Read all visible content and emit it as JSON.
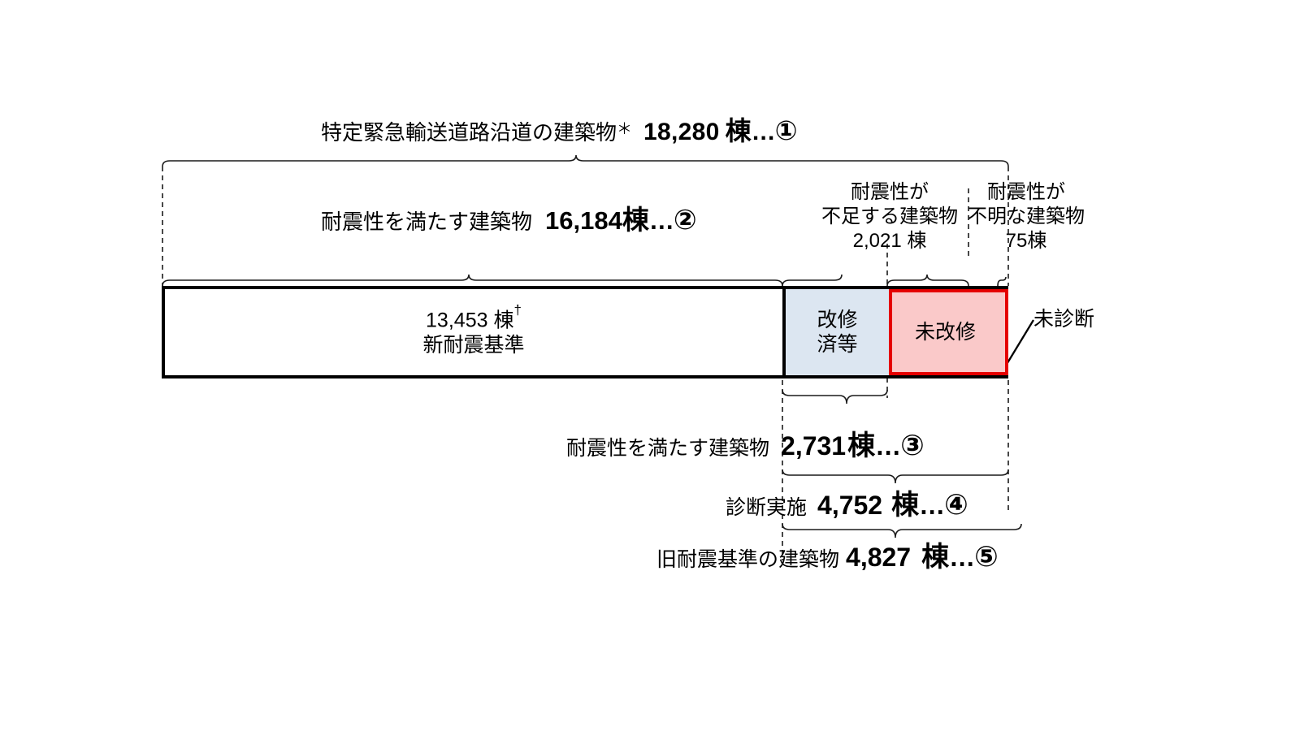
{
  "figure": {
    "title_row": {
      "label": "特定緊急輸送道路沿道の建築物",
      "marker": "＊",
      "number": "18,280",
      "unit": "棟",
      "dots": "…",
      "ref": "①"
    },
    "row2": {
      "label": "耐震性を満たす建築物",
      "number": "16,184",
      "unit": "棟",
      "dots": "…",
      "ref": "②"
    },
    "right_labels": {
      "insufficient": {
        "line1": "耐震性が",
        "line2": "不足する建築物",
        "quantity": "2,021 棟"
      },
      "unknown": {
        "line1": "耐震性が",
        "line2": "不明な建築物",
        "quantity": "75棟"
      }
    },
    "bar_segments": {
      "new_standard": {
        "number": "13,453",
        "unit": "棟",
        "marker": "†",
        "caption": "新耐震基準"
      },
      "retrofitted": {
        "line1": "改修",
        "line2": "済等"
      },
      "unretrofitted": {
        "label": "未改修"
      },
      "undiagnosed": {
        "label": "未診断"
      }
    },
    "row3": {
      "label": "耐震性を満たす建築物",
      "number": "2,731",
      "unit": "棟",
      "dots": "…",
      "ref": "③"
    },
    "row4": {
      "label": "診断実施",
      "number": "4,752",
      "unit": "棟",
      "dots": "…",
      "ref": "④"
    },
    "row5": {
      "label": "旧耐震基準の建築物",
      "number": "4,827",
      "unit": "棟",
      "dots": "…",
      "ref": "⑤"
    },
    "colors": {
      "retrofitted_fill": "#dce6f1",
      "unretrofitted_fill": "#fac9c9",
      "unretrofitted_border": "#e50000",
      "bar_border": "#000000",
      "background": "#ffffff"
    }
  },
  "chart_data": {
    "type": "bar",
    "title": "特定緊急輸送道路沿道の建築物 18,280 棟…①",
    "orientation": "horizontal-stacked",
    "total": 18280,
    "categories": [
      "新耐震基準",
      "改修済等",
      "未改修",
      "未診断"
    ],
    "values": [
      13453,
      2731,
      2021,
      75
    ],
    "groups": [
      {
        "name": "特定緊急輸送道路沿道の建築物",
        "ref": "①",
        "value": 18280,
        "unit": "棟"
      },
      {
        "name": "耐震性を満たす建築物",
        "ref": "②",
        "value": 16184,
        "unit": "棟"
      },
      {
        "name": "耐震性を満たす建築物",
        "ref": "③",
        "value": 2731,
        "unit": "棟"
      },
      {
        "name": "診断実施",
        "ref": "④",
        "value": 4752,
        "unit": "棟"
      },
      {
        "name": "旧耐震基準の建築物",
        "ref": "⑤",
        "value": 4827,
        "unit": "棟"
      },
      {
        "name": "耐震性が不足する建築物",
        "ref": "",
        "value": 2021,
        "unit": "棟"
      },
      {
        "name": "耐震性が不明な建築物",
        "ref": "",
        "value": 75,
        "unit": "棟"
      }
    ],
    "xlabel": "",
    "ylabel": "",
    "grid": false,
    "legend": "none"
  }
}
